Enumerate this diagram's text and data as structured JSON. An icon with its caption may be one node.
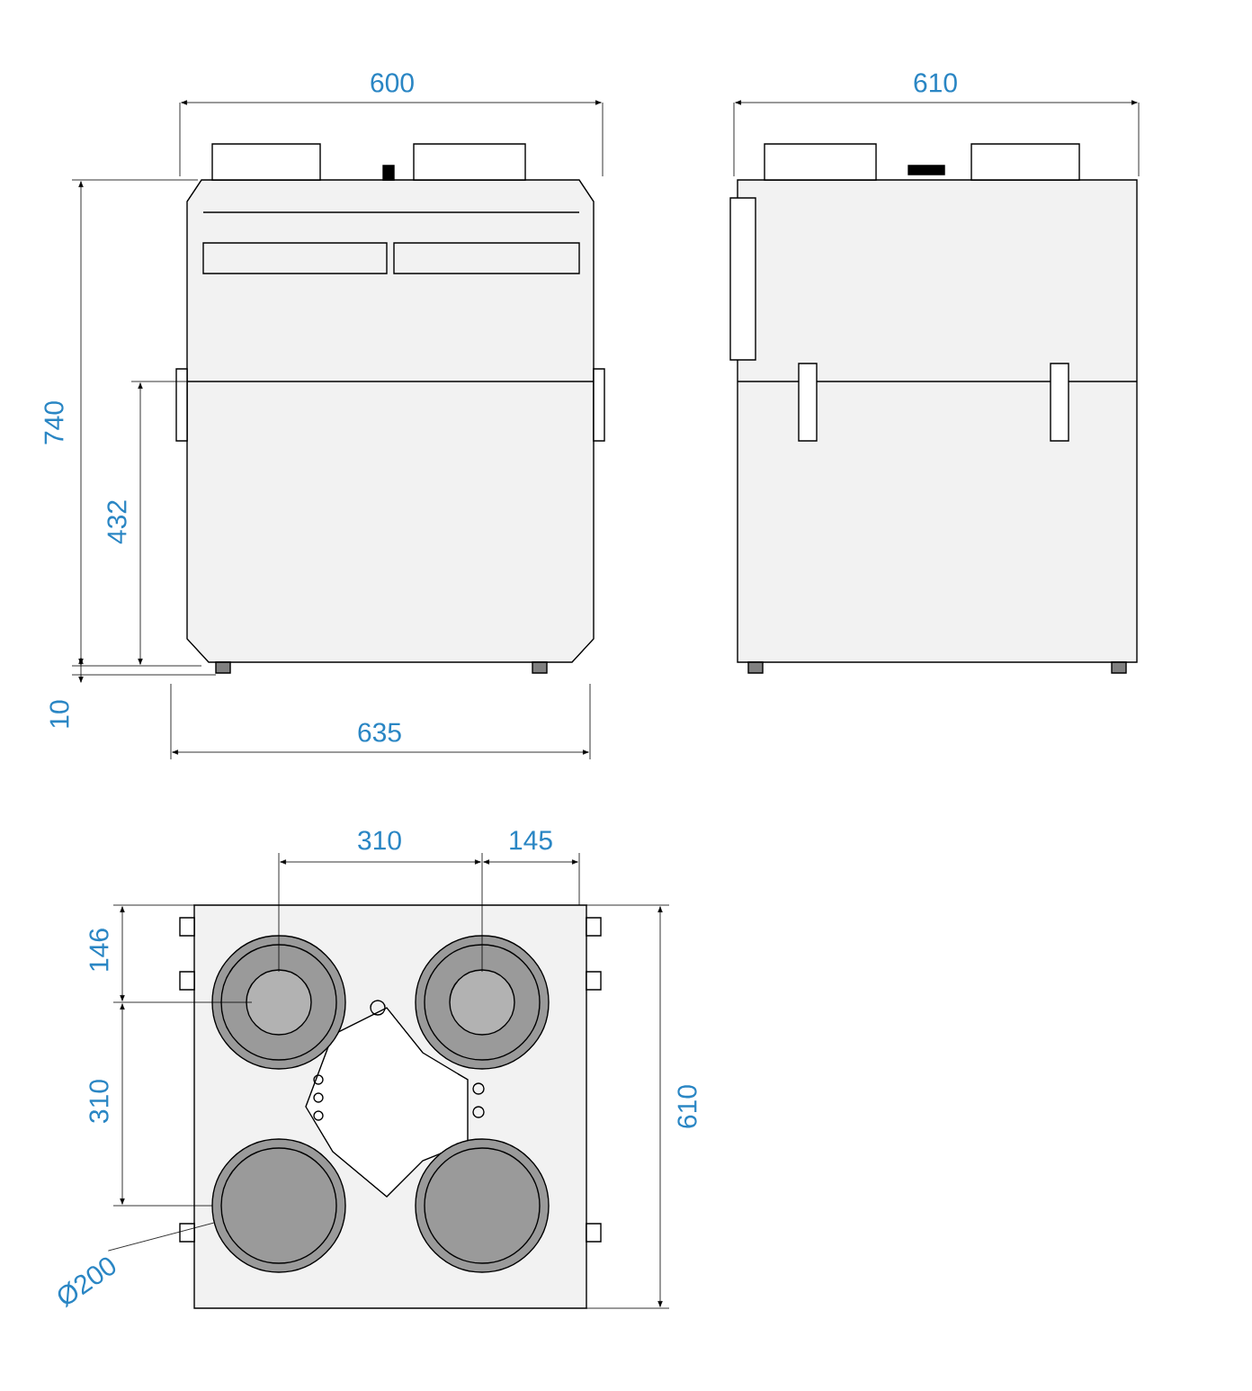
{
  "diagram": {
    "nodes": [
      {
        "text": [
          "Ø200"
        ]
      },
      {
        "text": [],
        "shape": "circle"
      }
    ],
    "edges": [
      {
        "from": 0,
        "to": 1,
        "arrow": "none"
      }
    ],
    "labels": [
      "600",
      "610",
      "740",
      "432",
      "10",
      "635",
      "310",
      "145",
      "146",
      "310",
      "610"
    ]
  }
}
